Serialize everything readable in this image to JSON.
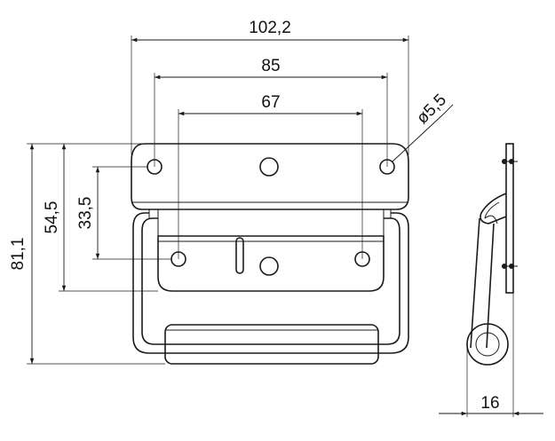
{
  "dimensions": {
    "overall_width": "102,2",
    "hole_spacing_outer": "85",
    "hole_spacing_inner": "67",
    "hole_diameter": "ø5,5",
    "overall_height": "81,1",
    "plate_height": "54,5",
    "hole_vertical_spacing": "33,5",
    "depth": "16"
  }
}
